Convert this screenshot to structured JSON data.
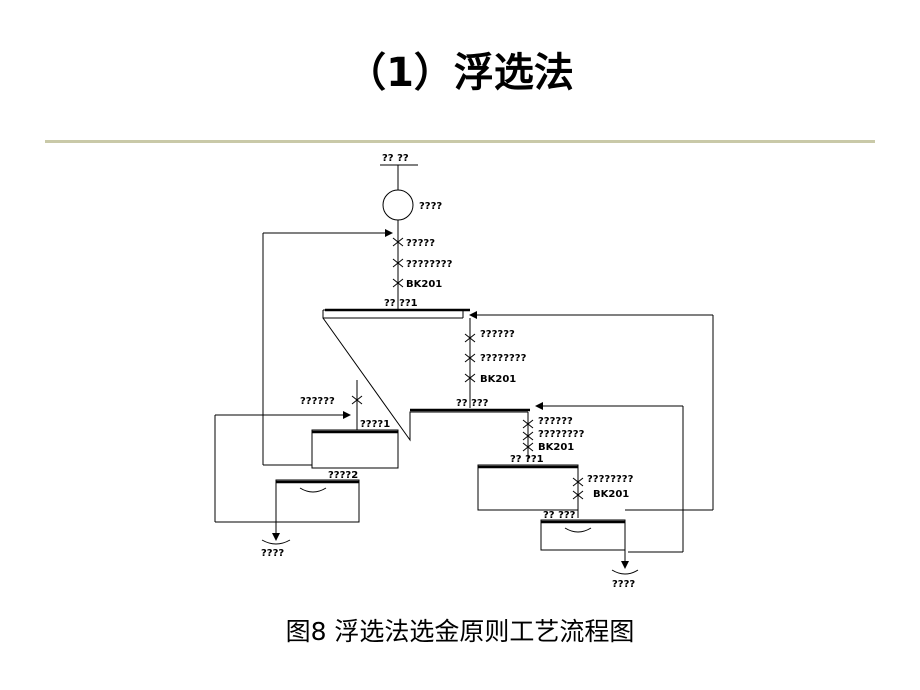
{
  "slide": {
    "title": "（1）浮选法",
    "caption": "图8 浮选法选金原则工艺流程图"
  },
  "diagram": {
    "labels": {
      "feed": "?? ??",
      "circle": "????",
      "r1": "?????",
      "r2": "????????",
      "r3": "BK201",
      "t1": "?? ??1",
      "m1": "??????",
      "m2": "????????",
      "m3": "BK201",
      "t2": "?? ???",
      "side": "??????",
      "t3": "????1",
      "t4": "????2",
      "n1": "??????",
      "n2": "????????",
      "n3": "BK201",
      "t5": "?? ??1",
      "q1": "????????",
      "q2": "BK201",
      "t6": "?? ???",
      "out1": "????",
      "out2": "????"
    }
  }
}
